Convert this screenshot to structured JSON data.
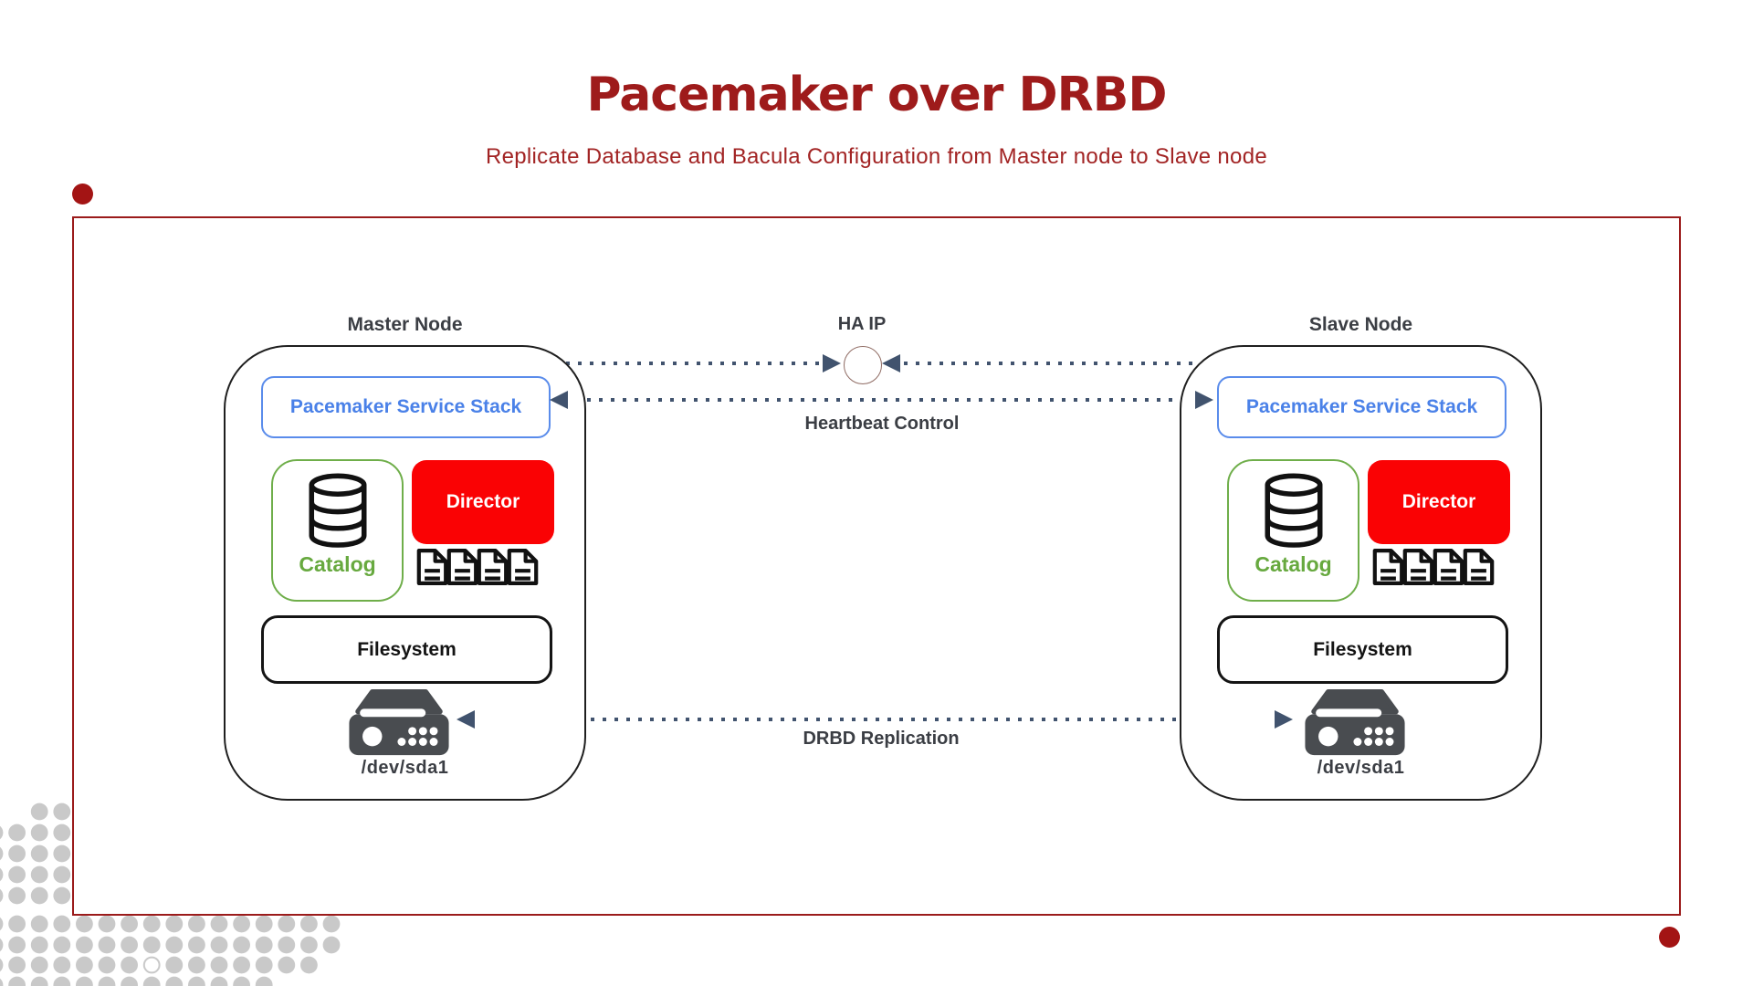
{
  "header": {
    "title": "Pacemaker over DRBD",
    "subtitle": "Replicate Database and Bacula Configuration from Master node to Slave node"
  },
  "nodes": [
    {
      "title": "Master Node",
      "pacemaker": "Pacemaker Service Stack",
      "catalog": "Catalog",
      "director": "Director",
      "filesystem": "Filesystem",
      "device": "/dev/sda1"
    },
    {
      "title": "Slave Node",
      "pacemaker": "Pacemaker Service Stack",
      "catalog": "Catalog",
      "director": "Director",
      "filesystem": "Filesystem",
      "device": "/dev/sda1"
    }
  ],
  "connections": {
    "ha_ip": "HA IP",
    "heartbeat": "Heartbeat Control",
    "drbd": "DRBD Replication"
  },
  "colors": {
    "title_red": "#9e1b1b",
    "frame_red": "#9b1b1b",
    "director_red": "#fa0204",
    "pacemaker_blue": "#4a81e8",
    "catalog_green": "#67a93f",
    "connection_slate": "#41536e",
    "label_gray": "#3b3e44",
    "disk_gray": "#494c50",
    "pattern_gray": "#c9c9c9"
  }
}
